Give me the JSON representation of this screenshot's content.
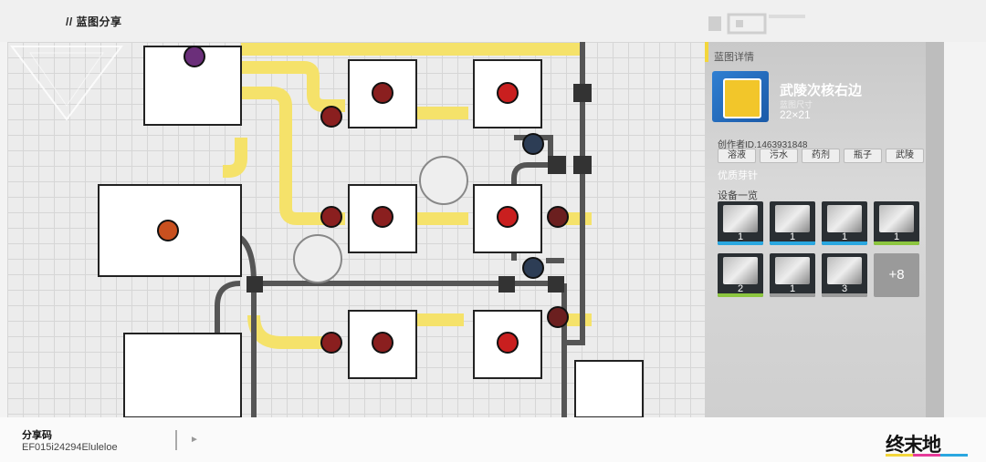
{
  "header": {
    "title": "// 蓝图分享"
  },
  "panel": {
    "section_title": "蓝图详情",
    "blueprint_name": "武陵次核右边",
    "size_label": "蓝图尺寸",
    "size_value": "22×21",
    "creator": "创作者ID.1463931848",
    "tags": [
      "溶液",
      "污水",
      "药剂",
      "瓶子",
      "武陵"
    ],
    "quality_label": "优质芽针",
    "devices_label": "设备一览",
    "devices": [
      {
        "count": "1",
        "accent": "#2aa7e0"
      },
      {
        "count": "1",
        "accent": "#2aa7e0"
      },
      {
        "count": "1",
        "accent": "#2aa7e0"
      },
      {
        "count": "1",
        "accent": "#8cc63f"
      },
      {
        "count": "2",
        "accent": "#8cc63f"
      },
      {
        "count": "1",
        "accent": "#9a9a9a"
      },
      {
        "count": "3",
        "accent": "#9a9a9a"
      }
    ],
    "more_label": "+8"
  },
  "footer": {
    "share_label": "分享码",
    "share_code": "EF015i24294Eluleloe",
    "brand": "终末地"
  },
  "colors": {
    "belt": "#f5e26a",
    "pipe": "#555555",
    "accent": "#f3d63b"
  }
}
